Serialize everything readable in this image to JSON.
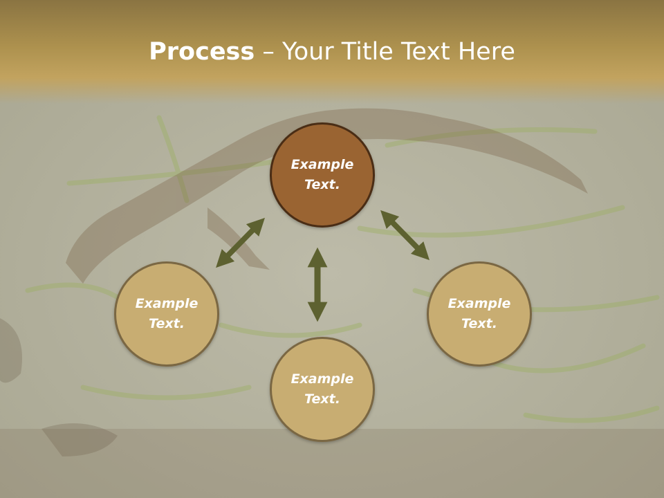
{
  "title": {
    "bold": "Process",
    "rest": " – Your Title Text Here"
  },
  "nodes": {
    "top": "Example\nText.",
    "left": "Example\nText.",
    "right": "Example\nText.",
    "bottom": "Example\nText."
  },
  "colors": {
    "title_band": "#ad914e",
    "top_circle": "#9a6432",
    "other_circles": "#c8ad72",
    "arrows": "#5d6130",
    "background": "#b9b6a4"
  },
  "icons": {
    "arrows": "double-headed-arrow"
  }
}
